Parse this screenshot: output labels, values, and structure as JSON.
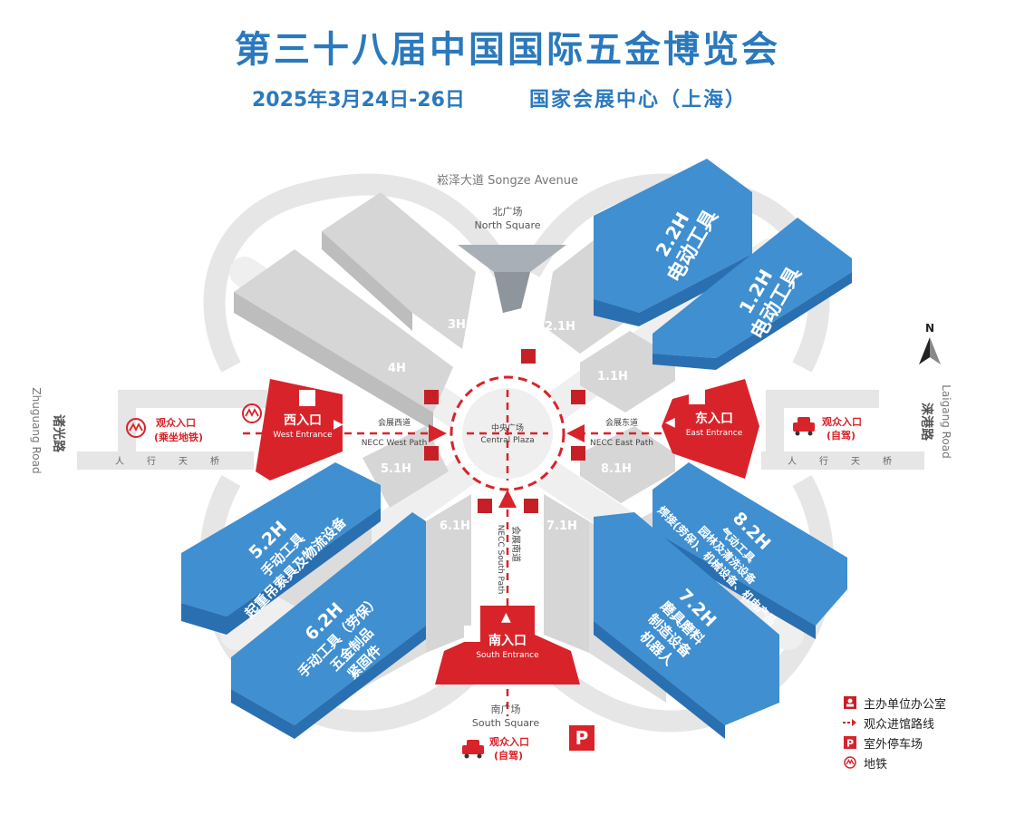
{
  "header": {
    "title": "第三十八届中国国际五金博览会",
    "date": "2025年3月24日-26日",
    "venue": "国家会展中心（上海）"
  },
  "roads": {
    "north_road": "崧泽大道 Songze Avenue",
    "west_road_cn": "诸光路",
    "west_road_en": "Zhuguang Road",
    "east_road_cn": "涞港路",
    "east_road_en": "Laigang Road"
  },
  "squares": {
    "north_cn": "北广场",
    "north_en": "North Square",
    "south_cn": "南广场",
    "south_en": "South Square",
    "central_cn": "中央广场",
    "central_en": "Central Plaza"
  },
  "gray_halls": {
    "h3": "3H",
    "h21": "2.1H",
    "h4": "4H",
    "h11": "1.1H",
    "h51": "5.1H",
    "h81": "8.1H",
    "h61": "6.1H",
    "h71": "7.1H"
  },
  "exhibit_halls": [
    {
      "id": "2.2H",
      "lines": [
        "电动工具"
      ]
    },
    {
      "id": "1.2H",
      "lines": [
        "电动工具"
      ]
    },
    {
      "id": "5.2H",
      "lines": [
        "手动工具",
        "起重吊索具及物流设备"
      ]
    },
    {
      "id": "6.2H",
      "lines": [
        "手动工具（劳保）",
        "五金制品",
        "紧固件"
      ]
    },
    {
      "id": "8.2H",
      "lines": [
        "气动工具",
        "园林及清洗设备",
        "焊接(劳保)、机械设备、机电产品"
      ]
    },
    {
      "id": "7.2H",
      "lines": [
        "磨具磨料",
        "制造设备",
        "机器人"
      ]
    }
  ],
  "entrances": {
    "west_cn": "西入口",
    "west_en": "West Entrance",
    "east_cn": "东入口",
    "east_en": "East Entrance",
    "south_cn": "南入口",
    "south_en": "South Entrance"
  },
  "paths": {
    "west_cn": "会展西道",
    "west_en": "NECC West Path",
    "east_cn": "会展东道",
    "east_en": "NECC East Path",
    "south_cn": "会展南道",
    "south_en": "NECC South Path"
  },
  "visitor_entrances": {
    "west_line1": "观众入口",
    "west_line2": "(乘坐地铁)",
    "east_line1": "观众入口",
    "east_line2": "(自驾)",
    "south_line1": "观众入口",
    "south_line2": "(自驾)"
  },
  "pedestrian_bridge": [
    "人",
    "行",
    "天",
    "桥"
  ],
  "parking_letter": "P",
  "compass_letter": "N",
  "legend": {
    "office": "主办单位办公室",
    "route": "观众进馆路线",
    "parking": "室外停车场",
    "metro": "地铁"
  },
  "colors": {
    "title_blue": "#2b79bd",
    "hall_blue": "#3f8fd1",
    "entrance_red": "#d8232a",
    "hall_gray": "#d9d9d9",
    "road_gray": "#e9e9e9"
  }
}
